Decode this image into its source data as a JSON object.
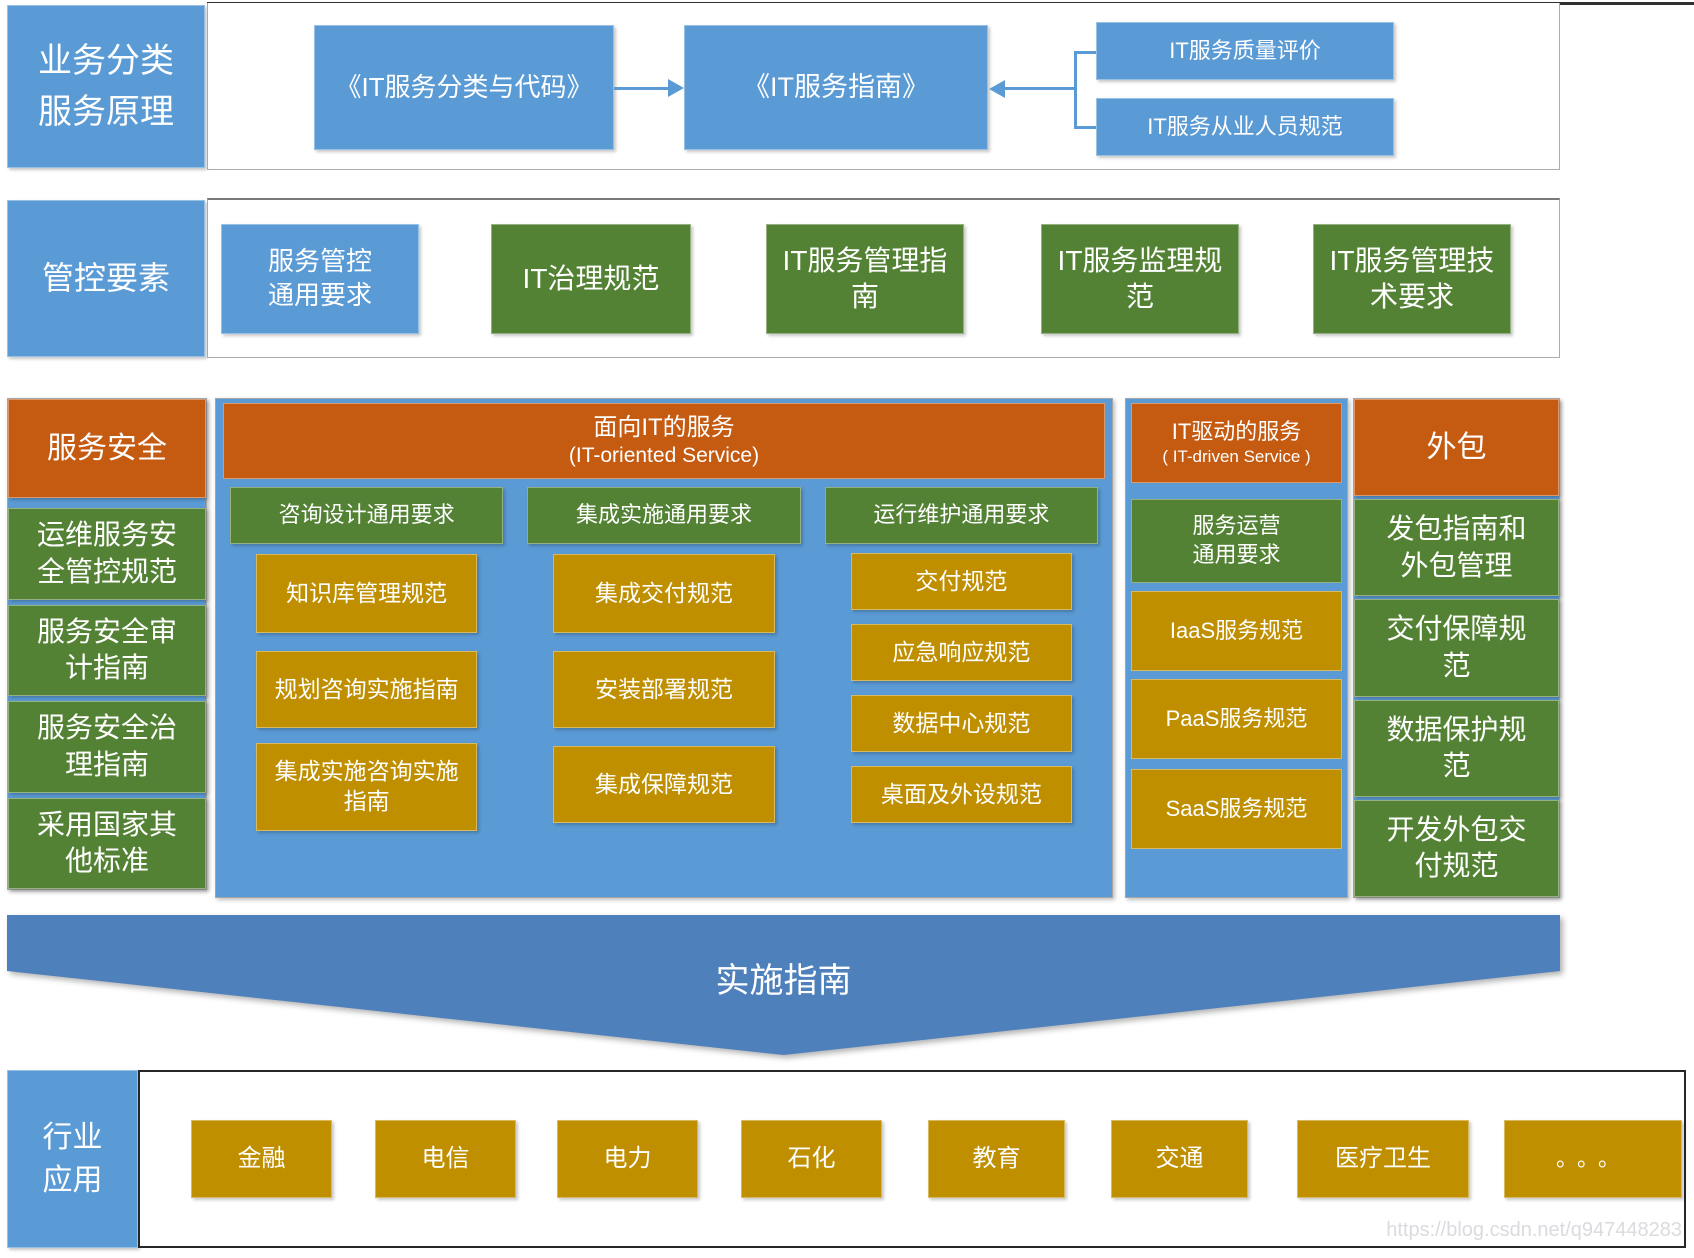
{
  "diagram": {
    "principle_row": {
      "label": "业务分类\n服务原理",
      "classification_box": "《IT服务分类与代码》",
      "guide_box": "《IT服务指南》",
      "quality_box": "IT服务质量评价",
      "personnel_box": "IT服务从业人员规范"
    },
    "control_row": {
      "label": "管控要素",
      "items": [
        "服务管控\n通用要求",
        "IT治理规范",
        "IT服务管理指\n南",
        "IT服务监理规\n范",
        "IT服务管理技\n术要求"
      ]
    },
    "security_column": {
      "header": "服务安全",
      "items": [
        "运维服务安\n全管控规范",
        "服务安全审\n计指南",
        "服务安全治\n理指南",
        "采用国家其\n他标准"
      ]
    },
    "it_oriented": {
      "title": "面向IT的服务",
      "subtitle": "(IT-oriented Service)",
      "columns": [
        {
          "header": "咨询设计通用要求",
          "items": [
            "知识库管理规范",
            "规划咨询实施指南",
            "集成实施咨询实施\n指南"
          ]
        },
        {
          "header": "集成实施通用要求",
          "items": [
            "集成交付规范",
            "安装部署规范",
            "集成保障规范"
          ]
        },
        {
          "header": "运行维护通用要求",
          "items": [
            "交付规范",
            "应急响应规范",
            "数据中心规范",
            "桌面及外设规范"
          ]
        }
      ]
    },
    "it_driven": {
      "title": "IT驱动的服务",
      "subtitle": "( IT-driven Service )",
      "operation_header": "服务运营\n通用要求",
      "items": [
        "IaaS服务规范",
        "PaaS服务规范",
        "SaaS服务规范"
      ]
    },
    "outsourcing": {
      "header": "外包",
      "items": [
        "发包指南和\n外包管理",
        "交付保障规\n范",
        "数据保护规\n范",
        "开发外包交\n付规范"
      ]
    },
    "implementation": {
      "label": "实施指南"
    },
    "industry_row": {
      "label": "行业\n应用",
      "items": [
        "金融",
        "电信",
        "电力",
        "石化",
        "教育",
        "交通",
        "医疗卫生",
        "。。。"
      ]
    },
    "watermark": "https://blog.csdn.net/q947448283"
  },
  "colors": {
    "blue": "#5B9BD5",
    "arrow_blue": "#4E80BC",
    "green": "#548235",
    "orange": "#C55A11",
    "gold": "#BF8F00"
  }
}
